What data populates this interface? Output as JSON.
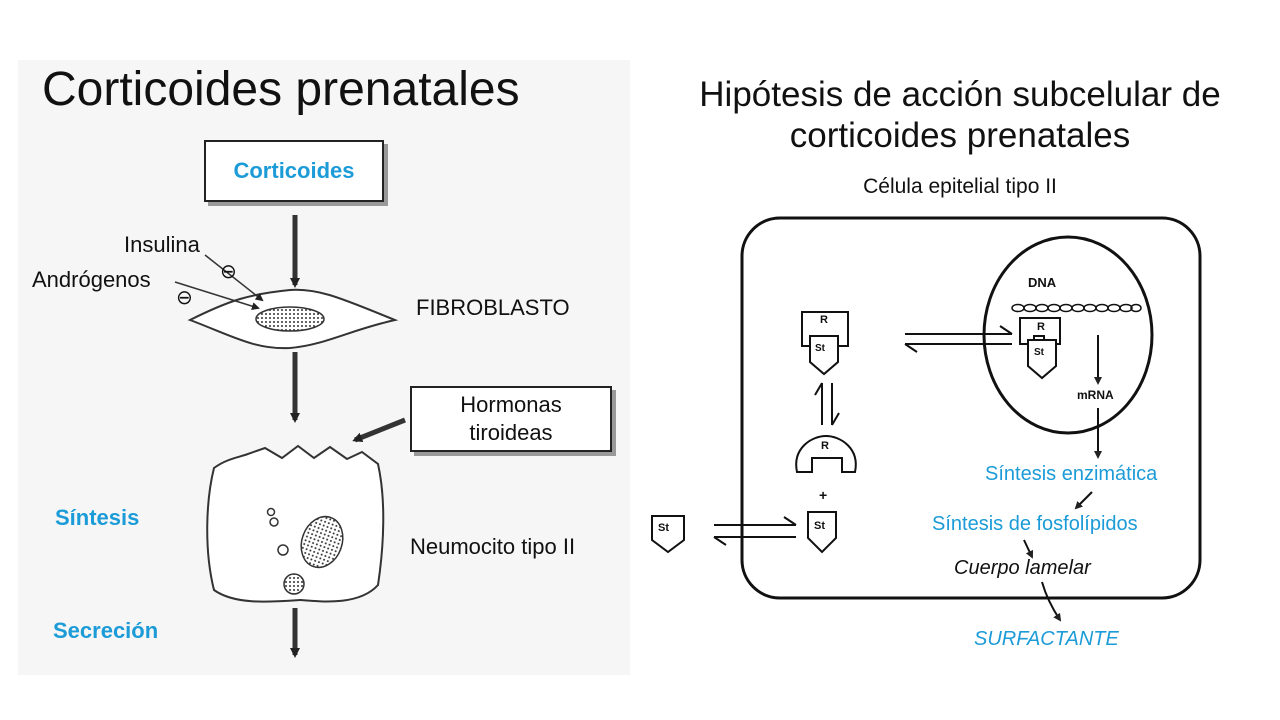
{
  "left": {
    "title": "Corticoides prenatales",
    "corticoides_box": "Corticoides",
    "insulina": "Insulina",
    "androgenos": "Andrógenos",
    "fibroblasto": "FIBROBLASTO",
    "hormonas_line1": "Hormonas",
    "hormonas_line2": "tiroideas",
    "sintesis": "Síntesis",
    "neumocito": "Neumocito tipo II",
    "secrecion": "Secreción",
    "minus_sign": "⊖"
  },
  "right": {
    "title_line1": "Hipótesis de acción subcelular de",
    "title_line2": "corticoides prenatales",
    "subtitle": "Célula epitelial tipo II",
    "dna": "DNA",
    "mrna": "mRNA",
    "receptor": "R",
    "steroid": "St",
    "plus": "+",
    "sintesis_enzimatica": "Síntesis enzimática",
    "sintesis_fosfolipidos": "Síntesis de fosfolípidos",
    "cuerpo_lamelar": "Cuerpo lamelar",
    "surfactante": "SURFACTANTE"
  },
  "colors": {
    "accent_blue": "#1b9bd7",
    "line": "#222222",
    "panel_gray": "#f6f6f6"
  }
}
